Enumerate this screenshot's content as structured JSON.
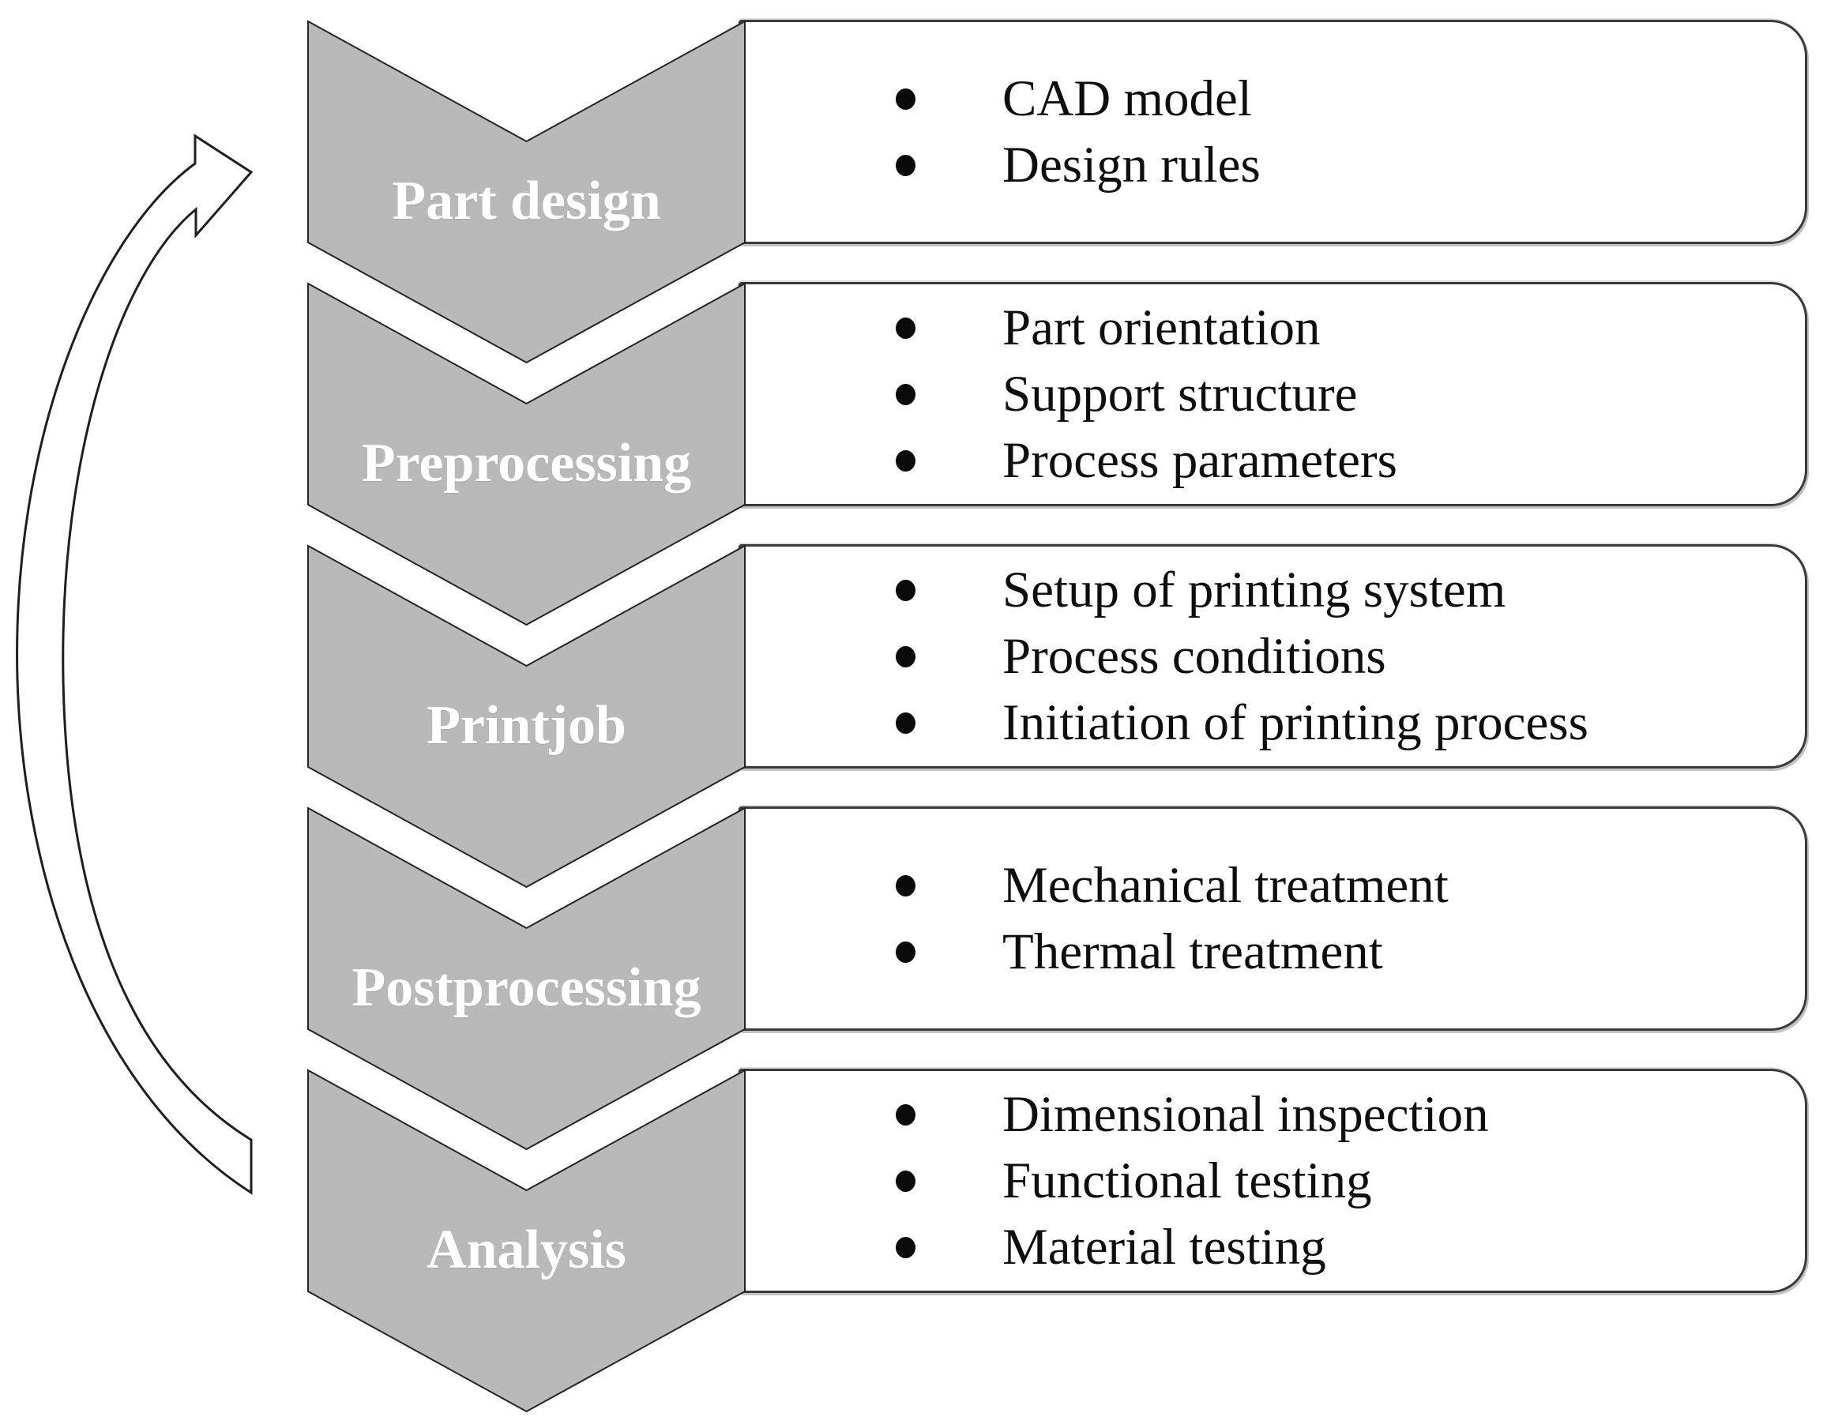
{
  "diagram": {
    "type": "process-flow",
    "background": "#ffffff",
    "colors": {
      "chevron_fill": "#b9b9b9",
      "chevron_stroke": "#242424",
      "box_fill": "#ffffff",
      "box_border": "#3a3a3a",
      "label_color": "#ffffff",
      "item_color": "#0e0e0e",
      "arrow_fill": "#ffffff",
      "arrow_stroke": "#1f1f1f"
    },
    "steps": [
      {
        "label": "Part design",
        "items": [
          "CAD model",
          "Design rules"
        ]
      },
      {
        "label": "Preprocessing",
        "items": [
          "Part orientation",
          "Support structure",
          "Process parameters"
        ]
      },
      {
        "label": "Printjob",
        "items": [
          "Setup of printing system",
          "Process conditions",
          "Initiation of printing process"
        ]
      },
      {
        "label": "Postprocessing",
        "items": [
          "Mechanical treatment",
          "Thermal treatment"
        ]
      },
      {
        "label": "Analysis",
        "items": [
          "Dimensional inspection",
          "Functional testing",
          "Material testing"
        ]
      }
    ],
    "feedback_arrow": {
      "icon": "curved-loop-arrow-icon",
      "from_step": "Analysis",
      "to_step": "Part design"
    }
  }
}
